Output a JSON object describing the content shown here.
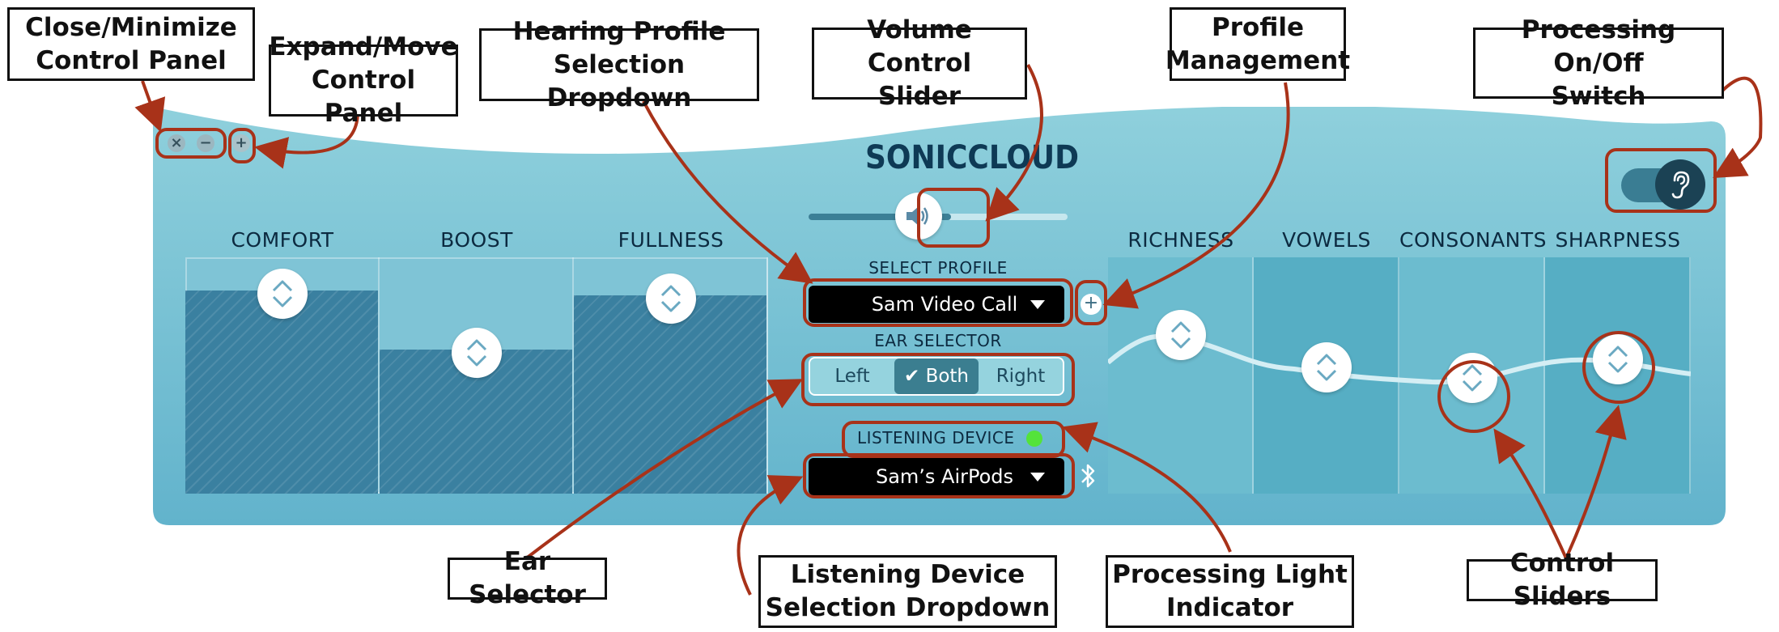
{
  "app": {
    "brand": "SONICCLOUD"
  },
  "window_controls": {
    "close": "×",
    "minimize": "−",
    "expand": "+"
  },
  "left_columns": [
    {
      "label": "COMFORT",
      "level": 0.86
    },
    {
      "label": "BOOST",
      "level": 0.61
    },
    {
      "label": "FULLNESS",
      "level": 0.84
    }
  ],
  "right_columns": [
    {
      "label": "RICHNESS"
    },
    {
      "label": "VOWELS"
    },
    {
      "label": "CONSONANTS"
    },
    {
      "label": "SHARPNESS"
    }
  ],
  "volume": {
    "level": 0.55
  },
  "profile": {
    "label": "SELECT PROFILE",
    "value": "Sam Video Call",
    "add": "+"
  },
  "ear_selector": {
    "label": "EAR SELECTOR",
    "options": [
      "Left",
      "✔ Both",
      "Right"
    ],
    "selected": "Both"
  },
  "listening_device": {
    "label": "LISTENING DEVICE",
    "value": "Sam’s AirPods",
    "status_color": "#54e33a"
  },
  "processing": {
    "on": true
  },
  "colors": {
    "panel": "#7fc6d6",
    "annotation": "#a83219",
    "fill": "#3a80a0"
  },
  "icons": [
    "close-icon",
    "minimize-icon",
    "expand-icon",
    "speaker-icon",
    "ear-icon",
    "bluetooth-icon",
    "chevron-updown-icon",
    "caret-down-icon"
  ],
  "callouts": {
    "close_minimize": [
      "Close/Minimize",
      "Control Panel"
    ],
    "expand_move": [
      "Expand/Move",
      "Control Panel"
    ],
    "hearing_profile": [
      "Hearing Profile",
      "Selection Dropdown"
    ],
    "volume": [
      "Volume Control",
      "Slider"
    ],
    "profile_mgmt": [
      "Profile",
      "Management"
    ],
    "processing_switch": [
      "Processing On/Off",
      "Switch"
    ],
    "ear_selector": [
      "Ear Selector"
    ],
    "listening_device": [
      "Listening Device",
      "Selection Dropdown"
    ],
    "processing_light": [
      "Processing Light",
      "Indicator"
    ],
    "control_sliders": [
      "Control Sliders"
    ]
  }
}
